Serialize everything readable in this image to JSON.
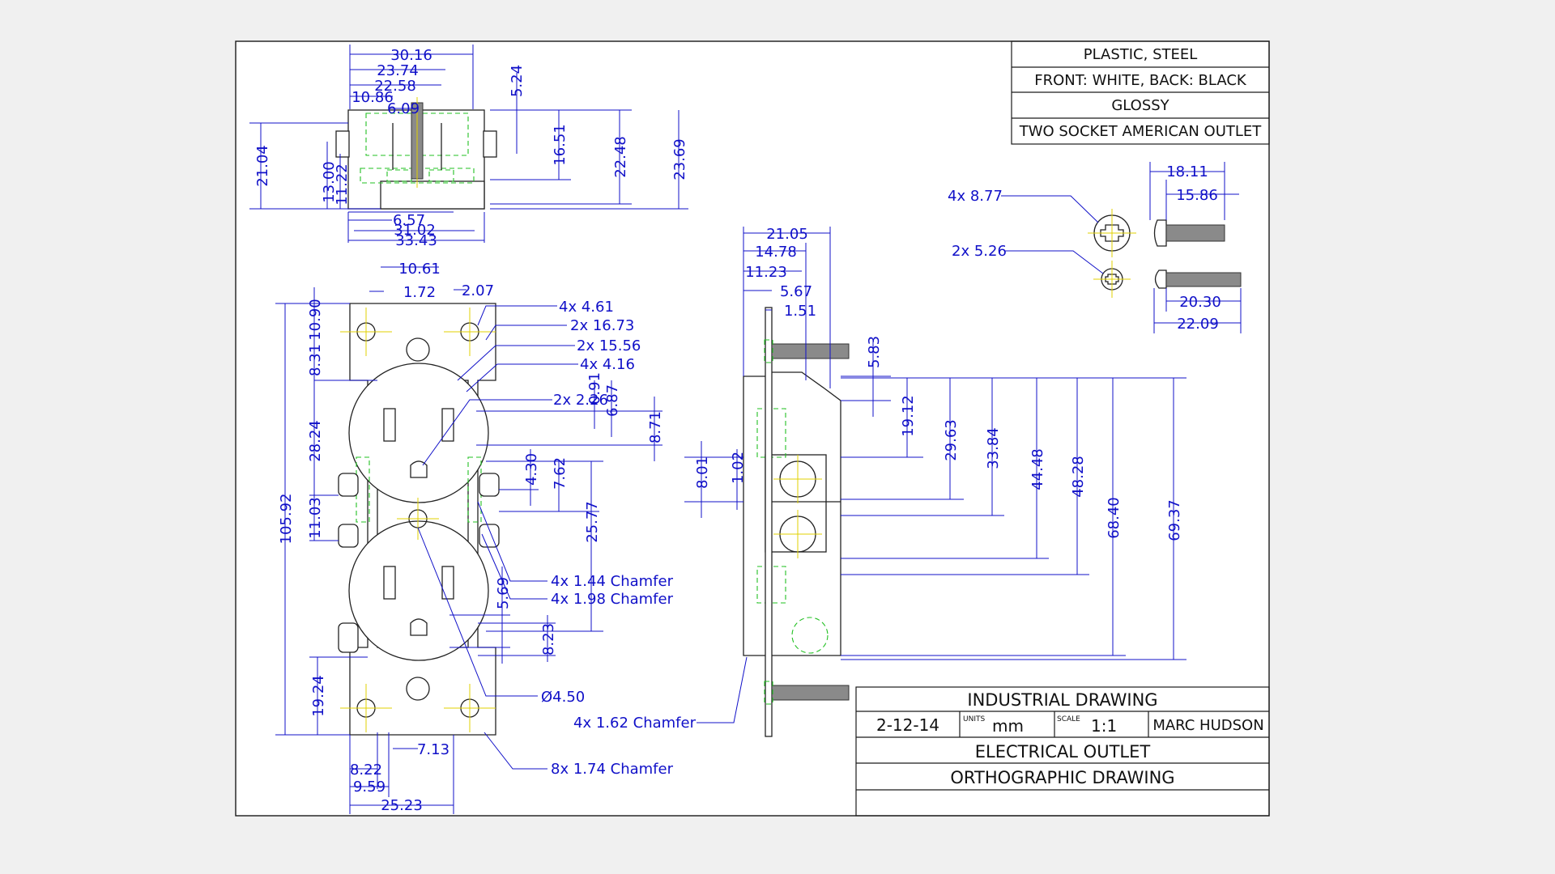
{
  "notes_block": {
    "material": "PLASTIC, STEEL",
    "colour": "FRONT: WHITE, BACK: BLACK",
    "finish": "GLOSSY",
    "part": "TWO SOCKET AMERICAN OUTLET"
  },
  "title_block": {
    "heading": "INDUSTRIAL DRAWING",
    "date": "2-12-14",
    "units_label": "UNITS",
    "units_value": "mm",
    "scale_label": "SCALE",
    "scale_value": "1:1",
    "author": "MARC HUDSON",
    "line1": "ELECTRICAL OUTLET",
    "line2": "ORTHOGRAPHIC DRAWING"
  },
  "dimensions": {
    "top": [
      "30.16",
      "23.74",
      "22.58",
      "10.86",
      "6.09",
      "5.24",
      "16.51",
      "22.48",
      "23.69",
      "21.04",
      "13.00",
      "11.22",
      "6.57",
      "31.02",
      "33.43"
    ],
    "front": [
      "10.61",
      "1.72",
      "2.07",
      "4x 4.61",
      "2x 16.73",
      "2x 15.56",
      "4x 4.16",
      "2x 2.26",
      "0.91",
      "6.87",
      "8.71",
      "10.90",
      "8.31",
      "28.24",
      "105.92",
      "11.03",
      "4.30",
      "7.62",
      "25.77",
      "4x 1.44 Chamfer",
      "4x 1.98 Chamfer",
      "5.69",
      "8.23",
      "Ø4.50",
      "19.24",
      "7.13",
      "8.22",
      "9.59",
      "25.23",
      "8x 1.74 Chamfer"
    ],
    "side": [
      "21.05",
      "14.78",
      "11.23",
      "5.67",
      "1.51",
      "5.83",
      "19.12",
      "29.63",
      "33.84",
      "44.48",
      "48.28",
      "68.40",
      "69.37",
      "8.01",
      "1.02",
      "4x 1.62 Chamfer"
    ],
    "screws": [
      "4x 8.77",
      "2x 5.26",
      "18.11",
      "15.86",
      "20.30",
      "22.09"
    ]
  }
}
